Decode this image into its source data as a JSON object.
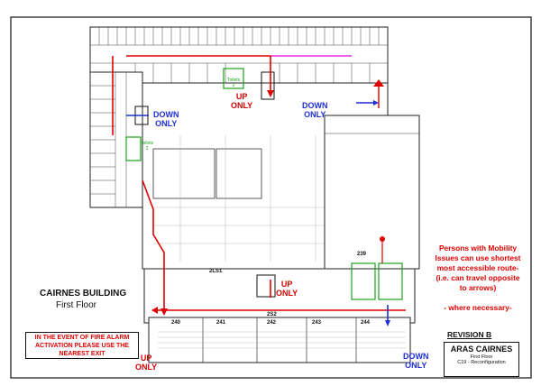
{
  "building": {
    "name": "CAIRNES BUILDING",
    "floor": "First Floor"
  },
  "direction_labels": {
    "down_only_stair_west": [
      "DOWN",
      "ONLY"
    ],
    "up_only_north": [
      "UP",
      "ONLY"
    ],
    "down_only_north": [
      "DOWN",
      "ONLY"
    ],
    "up_only_center": [
      "UP",
      "ONLY"
    ],
    "up_only_south": [
      "UP",
      "ONLY"
    ],
    "down_only_south": [
      "DOWN",
      "ONLY"
    ]
  },
  "toilets": {
    "north": [
      "Toilets",
      "2"
    ],
    "west": [
      "Toilets",
      "2"
    ]
  },
  "room_numbers": [
    "240",
    "241",
    "242",
    "243",
    "244",
    "239",
    "2S2",
    "2LS1"
  ],
  "mobility_note": [
    "Persons with Mobility",
    "Issues can use shortest",
    "most accessible route-",
    "(i.e. can travel opposite",
    "to arrows)",
    "",
    "- where necessary-"
  ],
  "fire_notice": [
    "IN THE EVENT OF FIRE ALARM",
    "ACTIVATION PLEASE USE THE",
    "NEAREST EXIT"
  ],
  "revision": "REVISION B",
  "title_block": {
    "title": "ARAS CAIRNES",
    "subtitle": "First Floor",
    "note": "C19 - Reconfiguration"
  },
  "colors": {
    "route_red": "#e00000",
    "down_blue": "#1f2fd6",
    "toilet_green": "#1aa31a",
    "corridor_magenta": "#e000e0"
  }
}
